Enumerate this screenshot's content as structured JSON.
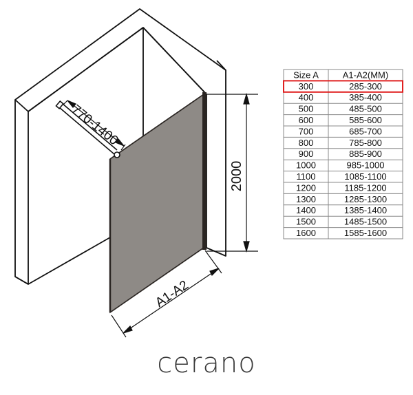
{
  "dimensions": {
    "arm_range": "770-1400",
    "height": "2000",
    "width": "A1-A2"
  },
  "size_table": {
    "header_size": "Size  A",
    "header_range": "A1-A2(MM)",
    "highlight_color": "#e02020",
    "highlight_row": 0,
    "rows": [
      {
        "size": "300",
        "range": "285-300"
      },
      {
        "size": "400",
        "range": "385-400"
      },
      {
        "size": "500",
        "range": "485-500"
      },
      {
        "size": "600",
        "range": "585-600"
      },
      {
        "size": "700",
        "range": "685-700"
      },
      {
        "size": "800",
        "range": "785-800"
      },
      {
        "size": "900",
        "range": "885-900"
      },
      {
        "size": "1000",
        "range": "985-1000"
      },
      {
        "size": "1100",
        "range": "1085-1100"
      },
      {
        "size": "1200",
        "range": "1185-1200"
      },
      {
        "size": "1300",
        "range": "1285-1300"
      },
      {
        "size": "1400",
        "range": "1385-1400"
      },
      {
        "size": "1500",
        "range": "1485-1500"
      },
      {
        "size": "1600",
        "range": "1585-1600"
      }
    ]
  },
  "brand": {
    "logo_text": "cerano"
  },
  "colors": {
    "line": "#111111",
    "glass": "#8e8a86",
    "profile": "#2a2522"
  }
}
